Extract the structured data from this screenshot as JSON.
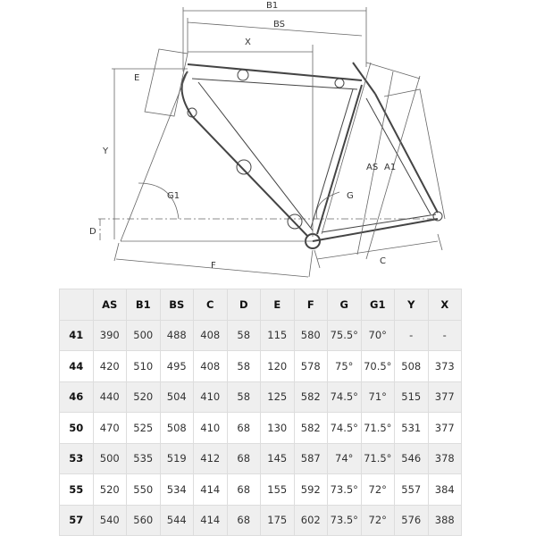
{
  "diagram": {
    "labels": {
      "B1": "B1",
      "BS": "BS",
      "X": "X",
      "E": "E",
      "Y": "Y",
      "G1": "G1",
      "D": "D",
      "F": "F",
      "G": "G",
      "AS": "AS",
      "A1": "A1",
      "C": "C"
    }
  },
  "table": {
    "headers": [
      "",
      "AS",
      "B1",
      "BS",
      "C",
      "D",
      "E",
      "F",
      "G",
      "G1",
      "Y",
      "X"
    ],
    "rows": [
      [
        "41",
        "390",
        "500",
        "488",
        "408",
        "58",
        "115",
        "580",
        "75.5°",
        "70°",
        "-",
        "-"
      ],
      [
        "44",
        "420",
        "510",
        "495",
        "408",
        "58",
        "120",
        "578",
        "75°",
        "70.5°",
        "508",
        "373"
      ],
      [
        "46",
        "440",
        "520",
        "504",
        "410",
        "58",
        "125",
        "582",
        "74.5°",
        "71°",
        "515",
        "377"
      ],
      [
        "50",
        "470",
        "525",
        "508",
        "410",
        "68",
        "130",
        "582",
        "74.5°",
        "71.5°",
        "531",
        "377"
      ],
      [
        "53",
        "500",
        "535",
        "519",
        "412",
        "68",
        "145",
        "587",
        "74°",
        "71.5°",
        "546",
        "378"
      ],
      [
        "55",
        "520",
        "550",
        "534",
        "414",
        "68",
        "155",
        "592",
        "73.5°",
        "72°",
        "557",
        "384"
      ],
      [
        "57",
        "540",
        "560",
        "544",
        "414",
        "68",
        "175",
        "602",
        "73.5°",
        "72°",
        "576",
        "388"
      ]
    ]
  }
}
